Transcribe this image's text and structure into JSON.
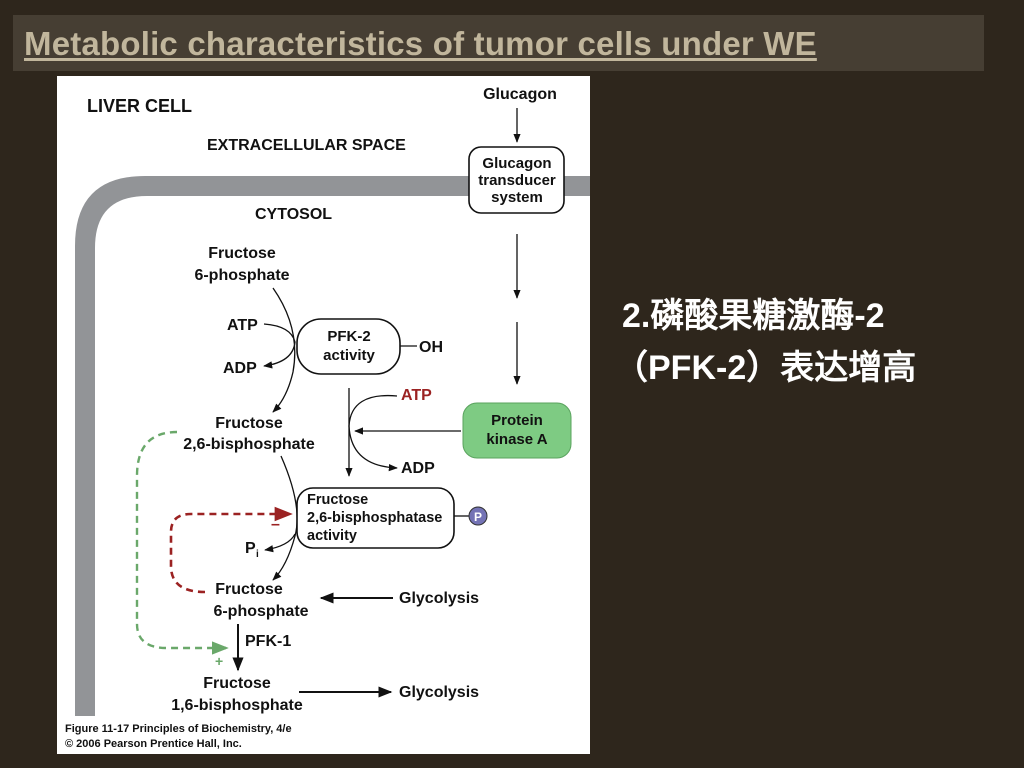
{
  "slide": {
    "title": "Metabolic characteristics of tumor cells under WE",
    "side_line1": "2.磷酸果糖激酶-2",
    "side_line2": "（PFK-2）表达增高"
  },
  "figure": {
    "liver_cell": "LIVER CELL",
    "extracellular_space": "EXTRACELLULAR SPACE",
    "cytosol": "CYTOSOL",
    "glucagon": "Glucagon",
    "transducer_line1": "Glucagon",
    "transducer_line2": "transducer",
    "transducer_line3": "system",
    "f6p_top_line1": "Fructose",
    "f6p_top_line2": "6-phosphate",
    "atp_left": "ATP",
    "adp_left": "ADP",
    "pfk2_line1": "PFK-2",
    "pfk2_line2": "activity",
    "oh": "OH",
    "atp_red": "ATP",
    "adp_mid": "ADP",
    "pka_line1": "Protein",
    "pka_line2": "kinase A",
    "f26bp_line1": "Fructose",
    "f26bp_line2": "2,6-bisphosphate",
    "fbpase_line1": "Fructose",
    "fbpase_line2": "2,6-bisphosphatase",
    "fbpase_line3": "activity",
    "phospho": "P",
    "pi": "P",
    "pi_sub": "i",
    "minus": "–",
    "plus": "+",
    "f6p_bottom_line1": "Fructose",
    "f6p_bottom_line2": "6-phosphate",
    "glycolysis_upper": "Glycolysis",
    "pfk1": "PFK-1",
    "f16bp_line1": "Fructose",
    "f16bp_line2": "1,6-bisphosphate",
    "glycolysis_lower": "Glycolysis",
    "caption_line1": "Figure 11-17  Principles of Biochemistry, 4/e",
    "caption_line2": "© 2006 Pearson Prentice Hall, Inc."
  },
  "colors": {
    "background": "#2e261c",
    "title_bar": "#463e33",
    "title_text": "#c1b69c",
    "membrane": "#929497",
    "pka_fill": "#7ecb83",
    "red_arrow": "#9b2222",
    "green_dashed": "#6aa86a",
    "phospho_fill": "#7473b5"
  }
}
